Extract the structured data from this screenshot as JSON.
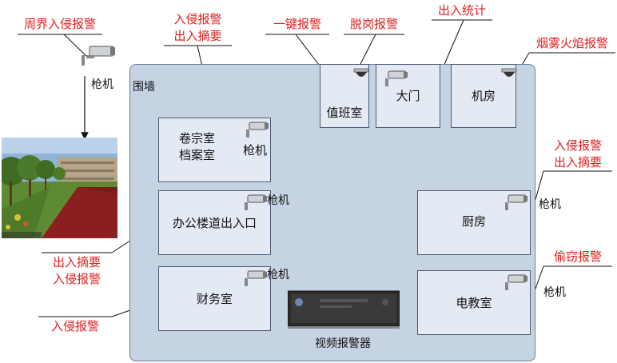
{
  "labels": {
    "perimeter_alarm": "周界入侵报警",
    "gun_top": "枪机",
    "wall": "围墙",
    "intrusion_access_top": "入侵报警\n出入摘要",
    "one_key_alarm": "一键报警",
    "off_post_alarm": "脱岗报警",
    "access_stats": "出入统计",
    "smoke_fire_alarm": "烟雾火焰报警",
    "intrusion_access_right": "入侵报警\n出入摘要",
    "theft_alarm": "偷窃报警",
    "access_intrusion_left": "出入摘要\n入侵报警",
    "intrusion_left": "入侵报警",
    "gun_archive": "枪机",
    "gun_office": "枪机",
    "gun_finance": "枪机",
    "gun_kitchen": "枪机",
    "gun_edu": "枪机",
    "dvr_label": "视频报警器"
  },
  "rooms": {
    "duty": "值班室",
    "gate": "大门",
    "machine": "机房",
    "archive": "卷宗室\n档案室",
    "office": "办公楼道出入口",
    "finance": "财务室",
    "kitchen": "厨房",
    "edu": "电教室"
  },
  "colors": {
    "alarm_text": "#e02020",
    "compound_fill": "#c6d3e3",
    "room_fill": "#e4eaf3"
  }
}
